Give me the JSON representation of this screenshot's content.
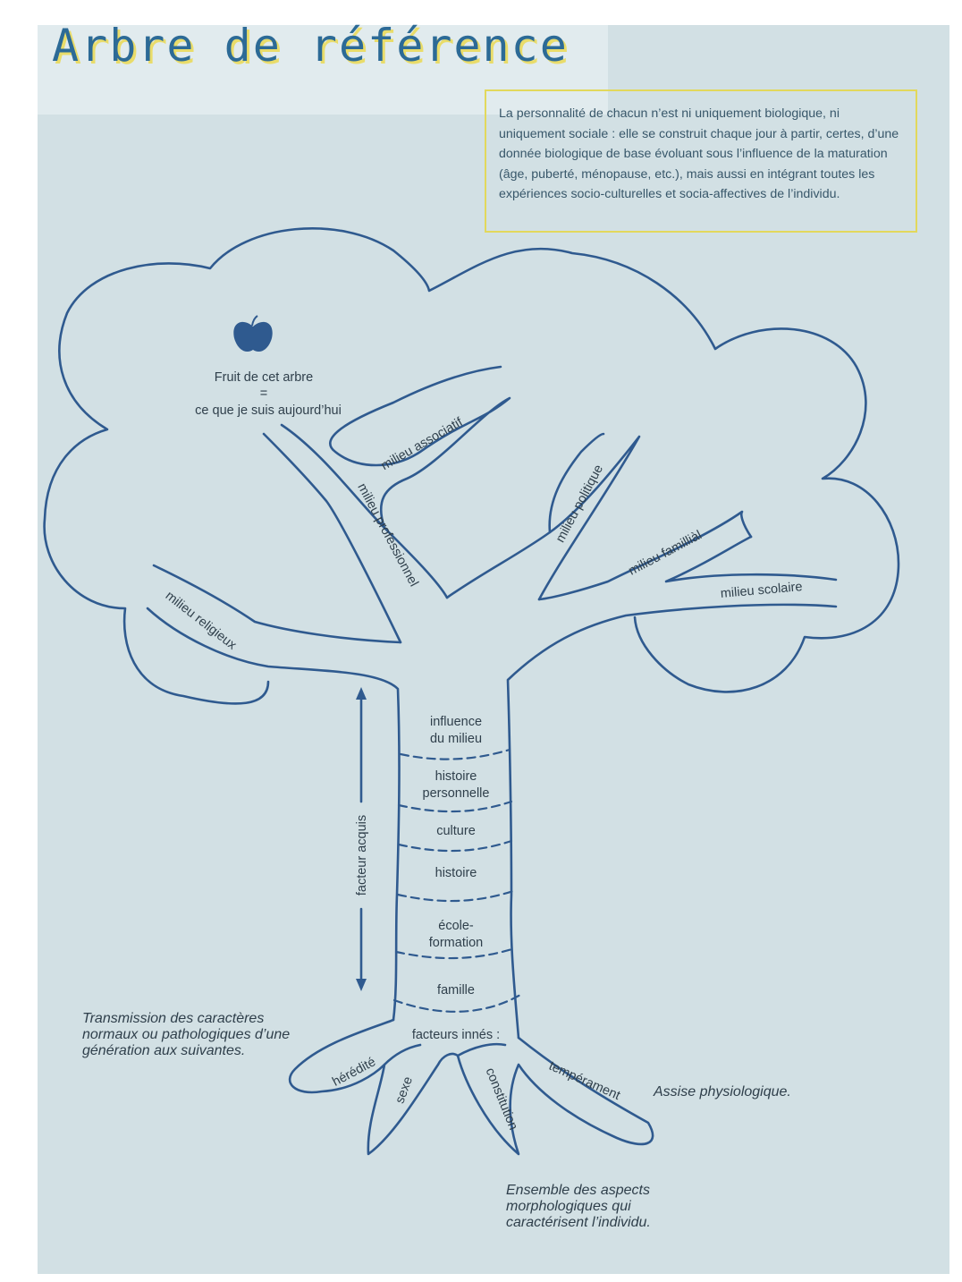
{
  "title": "Arbre de référence",
  "intro": "La personnalité de chacun n’est ni uniquement biologique, ni uniquement sociale : elle se construit chaque jour à partir, certes, d’une donnée biologique de base évoluant sous l’influence de la maturation (âge, puberté, ménopause, etc.), mais aussi en intégrant toutes les expériences socio-culturelles et socia-affectives de l’individu.",
  "fruit": {
    "line1": "Fruit de cet arbre",
    "equals": "=",
    "line2": "ce que je suis aujourd’hui"
  },
  "branches": {
    "associatif": "milieu associatif",
    "professionnel": "milieu professionnel",
    "politique": "milieu politique",
    "familial": "milieu familliàl",
    "scolaire": "milieu scolaire",
    "religieux": "milieu religieux"
  },
  "trunk": {
    "influence1": "influence",
    "influence2": "du milieu",
    "histoire_perso1": "histoire",
    "histoire_perso2": "personnelle",
    "culture": "culture",
    "histoire": "histoire",
    "ecole1": "école-",
    "ecole2": "formation",
    "famille": "famille",
    "innes": "facteurs innés :"
  },
  "side_axis": "facteur acquis",
  "roots": {
    "heredite": "hérédité",
    "sexe": "sexe",
    "constitution": "constitution",
    "temperament": "tempérament"
  },
  "notes": {
    "transmission1": "Transmission des caractères",
    "transmission2": "normaux ou pathologiques d’une",
    "transmission3": "génération aux suivantes.",
    "assise": "Assise physiologique.",
    "ensemble1": "Ensemble des aspects",
    "ensemble2": "morphologiques qui",
    "ensemble3": "caractérisent l’individu."
  },
  "colors": {
    "line": "#2f5a8f",
    "paper": "#d2e0e4",
    "title": "#2c6a96",
    "title_shadow": "#e9dc6a",
    "box_border": "#e2d85c"
  }
}
